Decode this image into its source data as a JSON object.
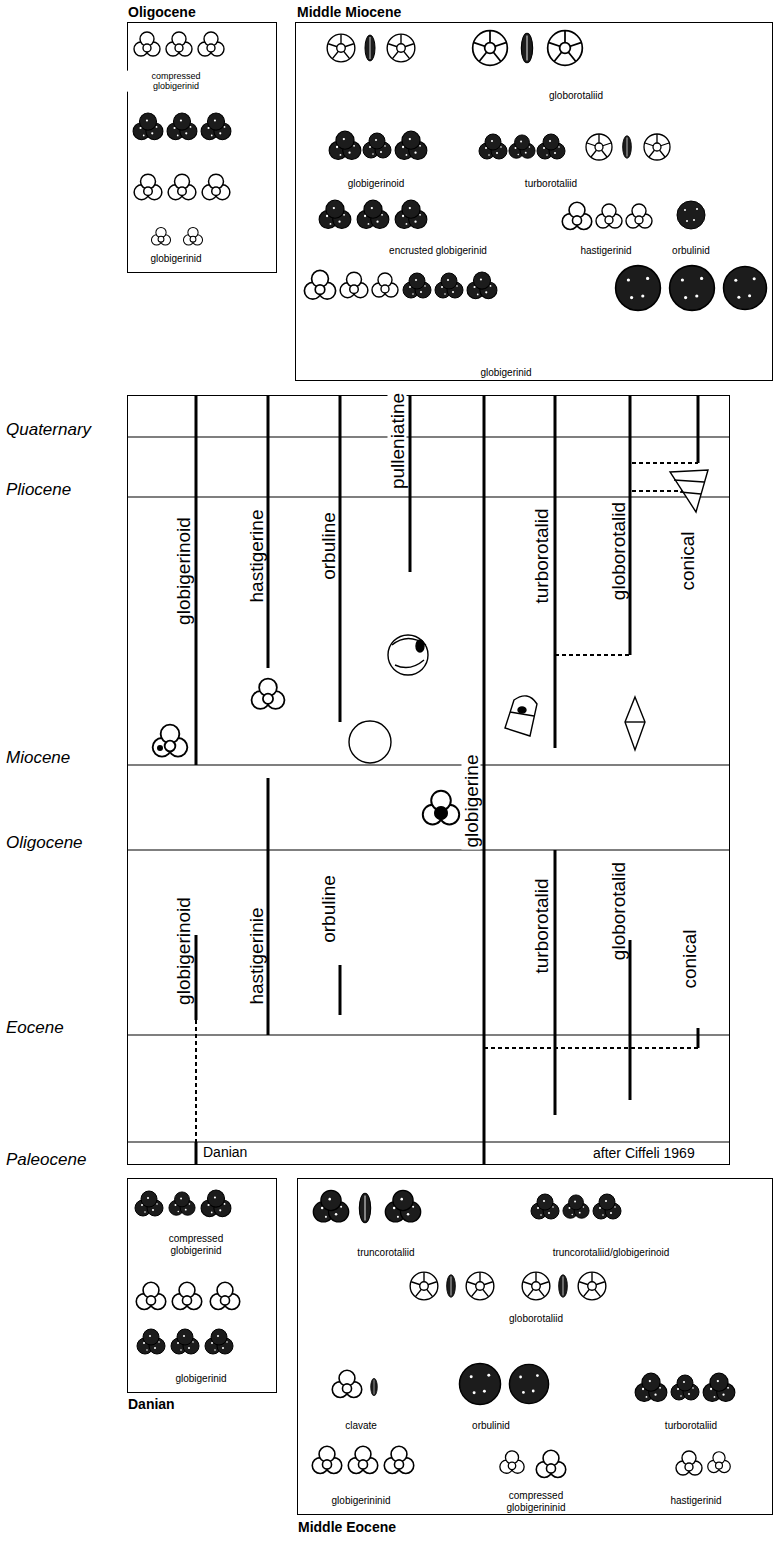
{
  "diagram": {
    "nodes": [
      {
        "text": [
          "Oligocene",
          "compressed globigerinid",
          "globigerinid"
        ]
      },
      {
        "text": [
          "Middle Miocene",
          "globorotaliid",
          "globigerinoid",
          "turborotaliid",
          "encrusted globigerinid",
          "hastigerinid",
          "orbulinid",
          "globigerinid"
        ]
      },
      {
        "text": [
          "globigerinoid",
          "hastigerine",
          "orbuline",
          "pulleniatine",
          "turborotalid",
          "globorotalid",
          "conical",
          "globigerine",
          "globigerinoid",
          "hastigerinie",
          "orbuline",
          "turborotalid",
          "globorotalid",
          "conical",
          "Danian",
          "after Ciffeli 1969"
        ]
      },
      {
        "text": [
          "Danian",
          "compressed globigerinid",
          "globigerinid"
        ]
      },
      {
        "text": [
          "Middle Eocene",
          "truncorotaliid",
          "truncorotaliid/globigerinoid",
          "globorotaliid",
          "clavate",
          "orbulinid",
          "turborotaliid",
          "globigerininid",
          "compressed globigerininid",
          "hastigerinid"
        ]
      }
    ],
    "labels": [
      "Quaternary",
      "Pliocene",
      "Miocene",
      "Oligocene",
      "Eocene",
      "Paleocene"
    ]
  }
}
